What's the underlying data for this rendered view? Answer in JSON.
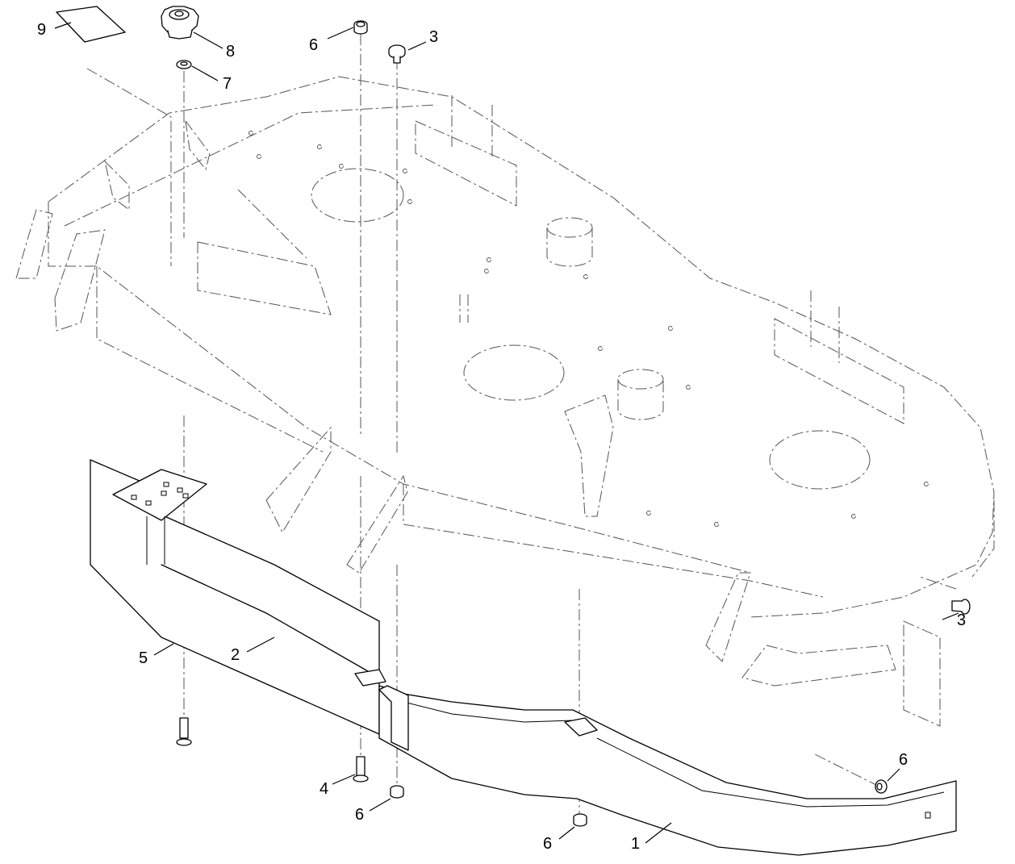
{
  "callouts": {
    "item_1": "1",
    "item_2": "2",
    "item_3_top": "3",
    "item_3_right": "3",
    "item_4": "4",
    "item_5": "5",
    "item_6_top": "6",
    "item_6_mid": "6",
    "item_6_bottom": "6",
    "item_6_right": "6",
    "item_7": "7",
    "item_8": "8",
    "item_9": "9"
  },
  "colors": {
    "line": "#000000",
    "background": "#ffffff",
    "phantom": "#555555"
  }
}
